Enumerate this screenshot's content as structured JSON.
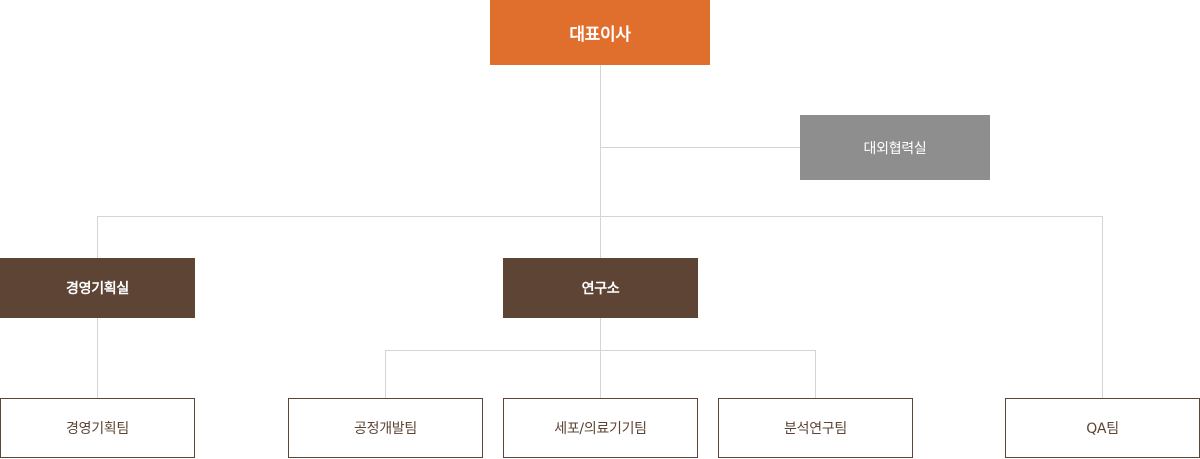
{
  "org_chart": {
    "ceo": "대표이사",
    "external_office": "대외협력실",
    "departments": {
      "planning": "경영기획실",
      "research": "연구소"
    },
    "teams": {
      "planning_team": "경영기획팀",
      "process_dev": "공정개발팀",
      "cell_device": "세포/의료기기팀",
      "analysis_research": "분석연구팀",
      "qa": "QA팀"
    }
  }
}
